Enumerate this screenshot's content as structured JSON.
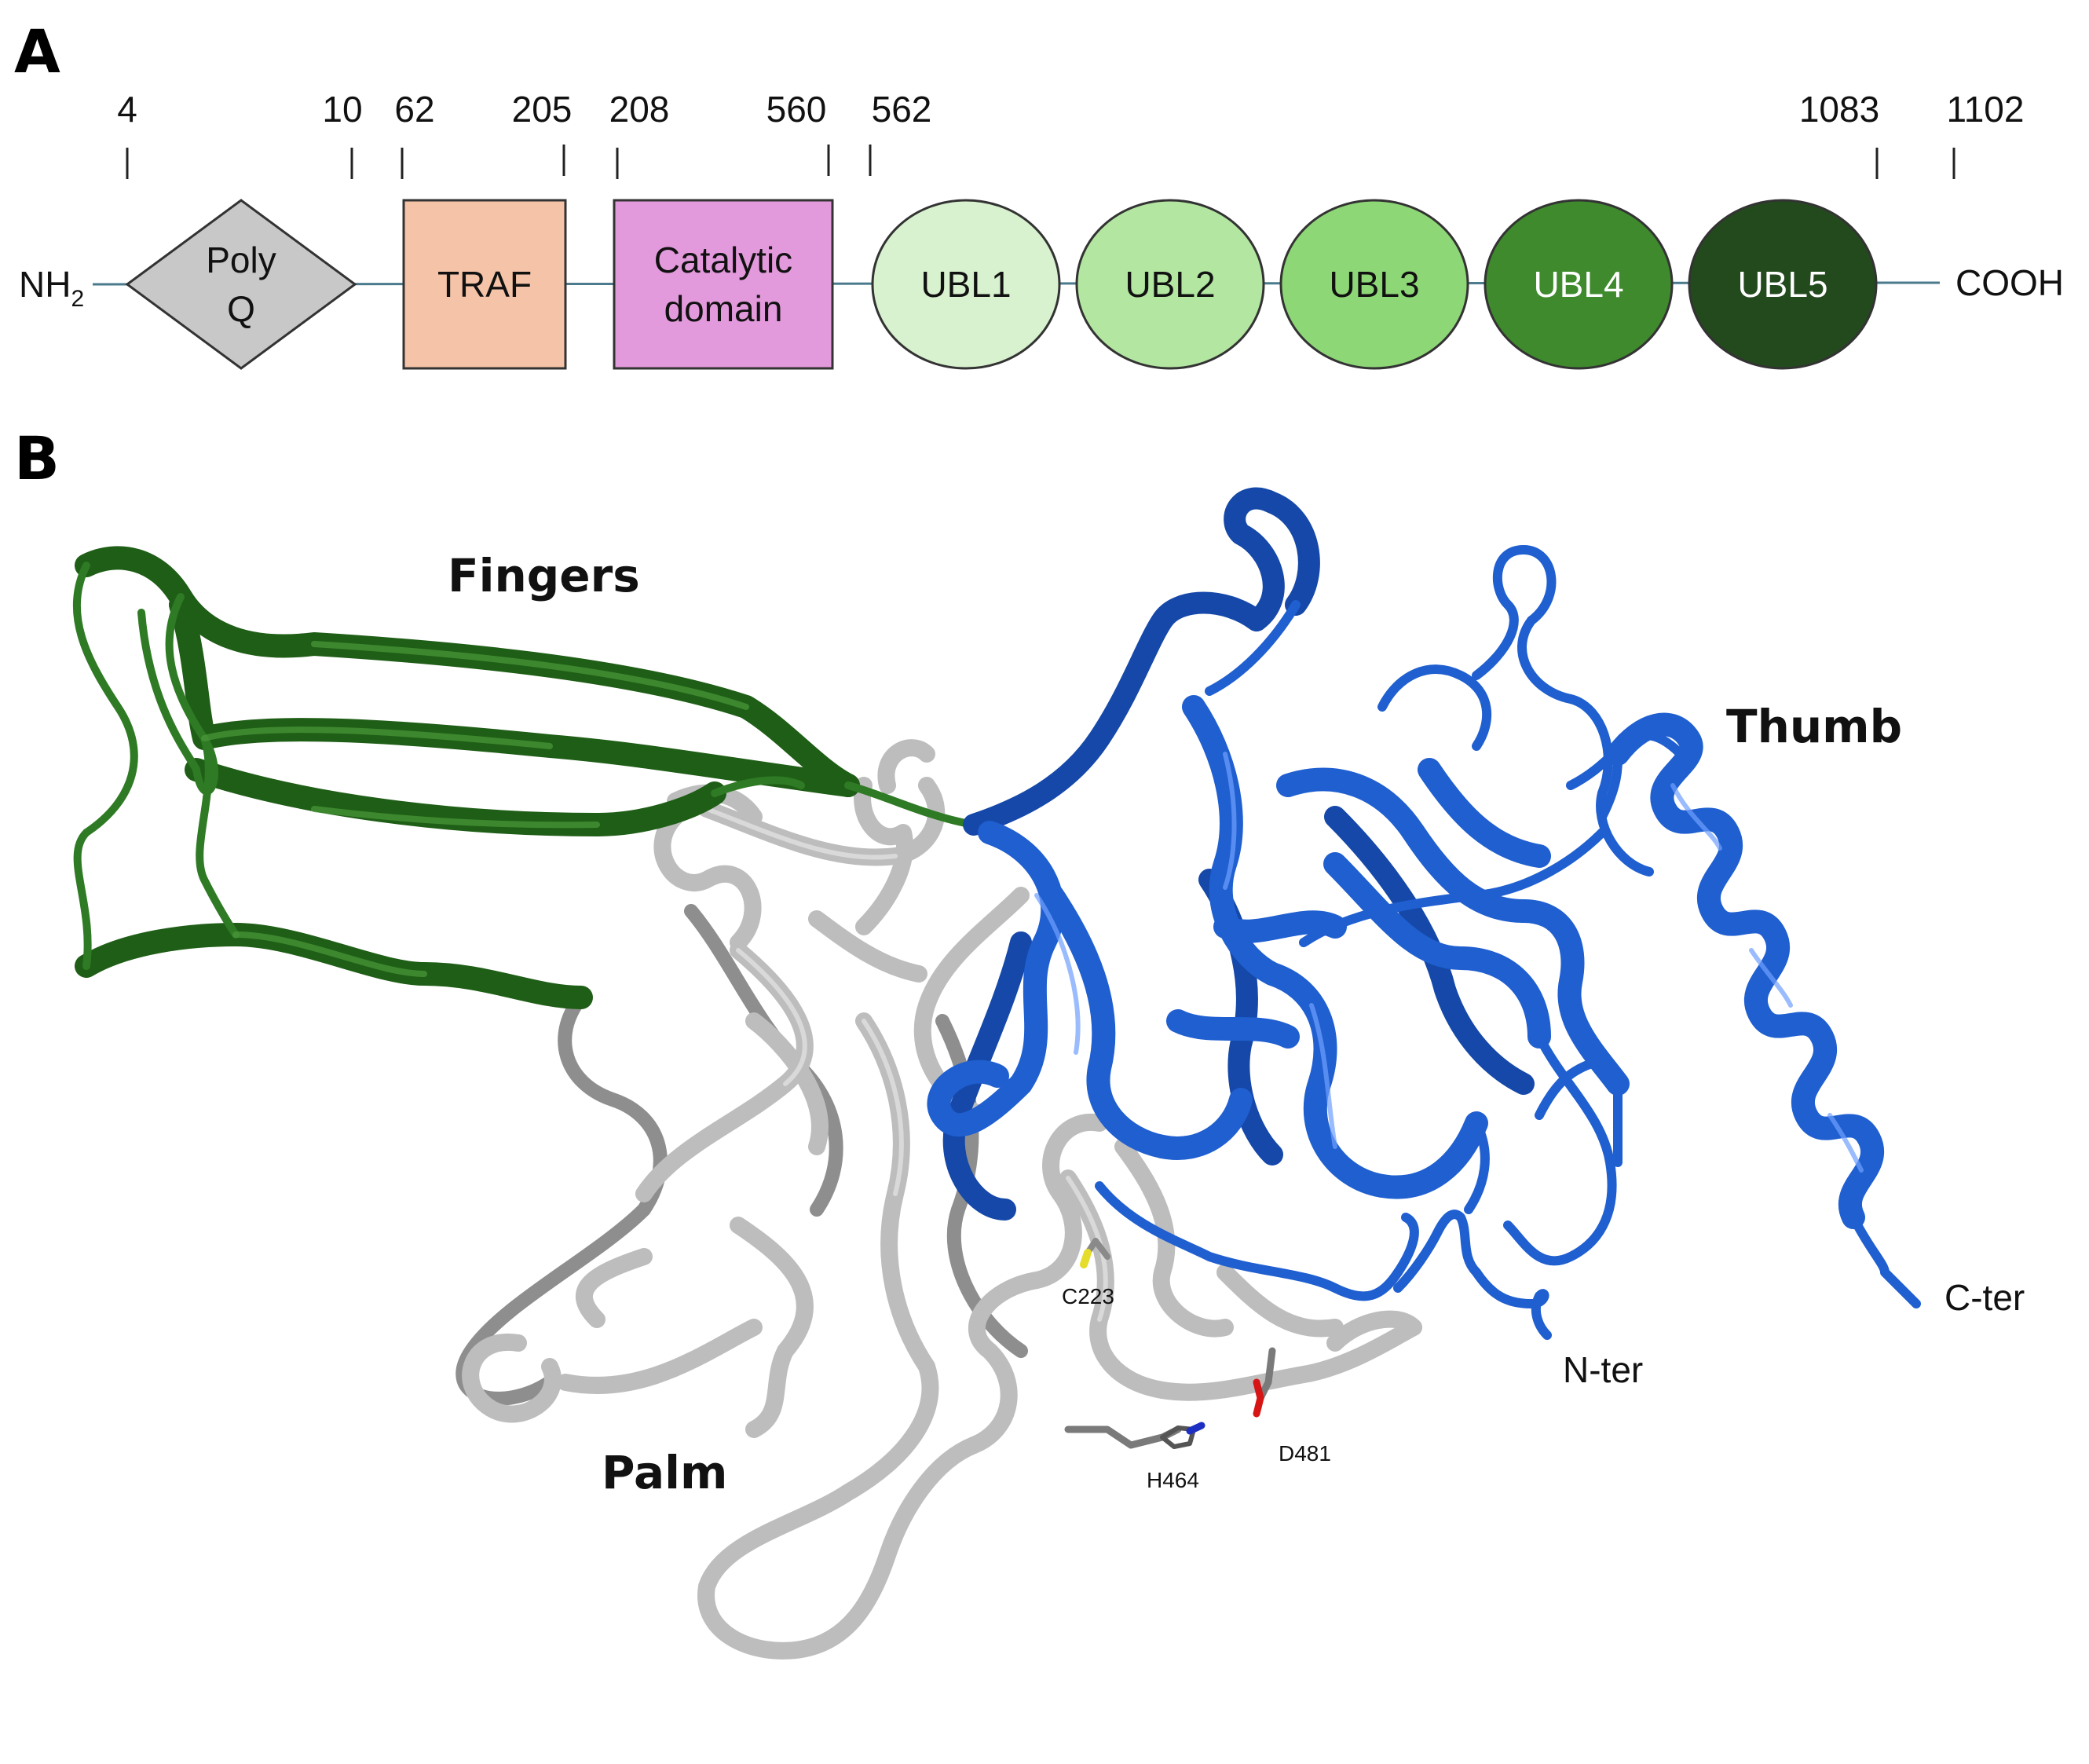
{
  "panel_a": {
    "label": "A",
    "n_terminus": "NH",
    "n_terminus_subscript": "2",
    "c_terminus": "COOH",
    "positions": [
      "4",
      "10",
      "62",
      "205",
      "208",
      "560",
      "562",
      "1083",
      "1102"
    ],
    "domains": [
      {
        "line1": "Poly",
        "line2": "Q",
        "shape": "diamond",
        "fill": "#c8c8c8"
      },
      {
        "line1": "TRAF",
        "line2": "",
        "shape": "rectangle",
        "fill": "#f5c4a8"
      },
      {
        "line1": "Catalytic",
        "line2": "domain",
        "shape": "rectangle",
        "fill": "#e39adc"
      },
      {
        "line1": "UBL1",
        "line2": "",
        "shape": "ellipse",
        "fill": "#d8f2cf",
        "text_color": "#111111"
      },
      {
        "line1": "UBL2",
        "line2": "",
        "shape": "ellipse",
        "fill": "#b3e6a1",
        "text_color": "#111111"
      },
      {
        "line1": "UBL3",
        "line2": "",
        "shape": "ellipse",
        "fill": "#8ed777",
        "text_color": "#111111"
      },
      {
        "line1": "UBL4",
        "line2": "",
        "shape": "ellipse",
        "fill": "#3f8a2d",
        "text_color": "#ffffff"
      },
      {
        "line1": "UBL5",
        "line2": "",
        "shape": "ellipse",
        "fill": "#234a1d",
        "text_color": "#ffffff"
      }
    ]
  },
  "panel_b": {
    "label": "B",
    "regions": {
      "fingers": "Fingers",
      "thumb": "Thumb",
      "palm": "Palm"
    },
    "termini": {
      "c": "C-ter",
      "n": "N-ter"
    },
    "residues": [
      "C223",
      "H464",
      "D481"
    ],
    "colors": {
      "fingers": "#1f5e16",
      "thumb": "#1f5fd0",
      "palm": "#bdbdbd",
      "thumb_dark": "#1548a8",
      "palm_dark": "#8e8e8e"
    }
  }
}
